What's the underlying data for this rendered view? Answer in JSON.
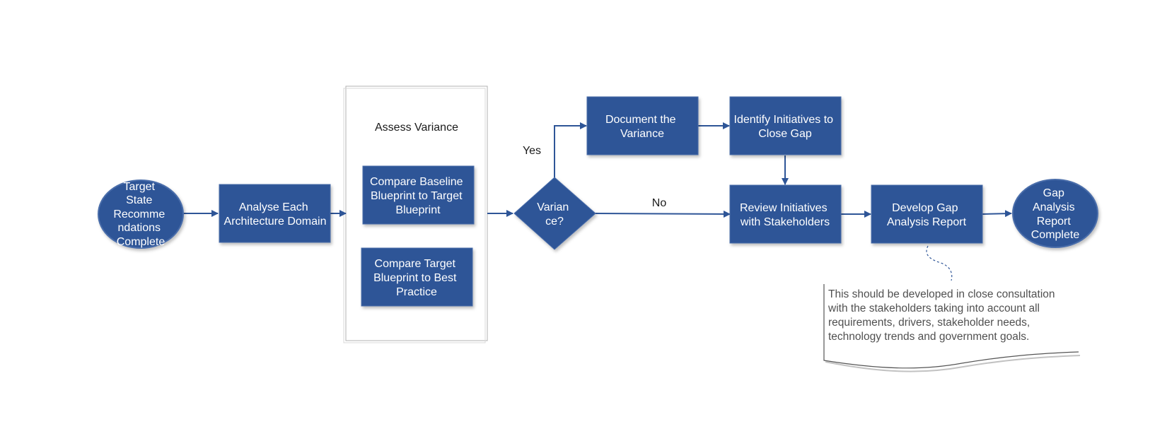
{
  "colors": {
    "node_fill": "#2E5597",
    "node_stroke": "#4A6DAA",
    "arrow": "#2E5597",
    "group_border": "#B0B0B0",
    "note_text": "#505050"
  },
  "nodes": {
    "start": {
      "shape": "ellipse",
      "lines": [
        "Target",
        "State",
        "Recomme",
        "ndations",
        "Complete"
      ]
    },
    "analyse": {
      "shape": "rect",
      "lines": [
        "Analyse Each",
        "Architecture Domain"
      ]
    },
    "compare_baseline": {
      "shape": "rect",
      "lines": [
        "Compare Baseline",
        "Blueprint to Target",
        "Blueprint"
      ]
    },
    "compare_target": {
      "shape": "rect",
      "lines": [
        "Compare Target",
        "Blueprint to Best",
        "Practice"
      ]
    },
    "decision": {
      "shape": "diamond",
      "lines": [
        "Varian",
        "ce?"
      ]
    },
    "document": {
      "shape": "rect",
      "lines": [
        "Document the",
        "Variance"
      ]
    },
    "identify": {
      "shape": "rect",
      "lines": [
        "Identify Initiatives to",
        "Close Gap"
      ]
    },
    "review": {
      "shape": "rect",
      "lines": [
        "Review Initiatives",
        "with Stakeholders"
      ]
    },
    "develop": {
      "shape": "rect",
      "lines": [
        "Develop Gap",
        "Analysis Report"
      ]
    },
    "end": {
      "shape": "ellipse",
      "lines": [
        "Gap",
        "Analysis",
        "Report",
        "Complete"
      ]
    }
  },
  "group": {
    "title": "Assess Variance"
  },
  "edges": {
    "yes_label": "Yes",
    "no_label": "No"
  },
  "note": {
    "lines": [
      "This should be developed in close consultation",
      "with the stakeholders taking into account all",
      "requirements, drivers, stakeholder needs,",
      "technology trends and government goals."
    ]
  }
}
